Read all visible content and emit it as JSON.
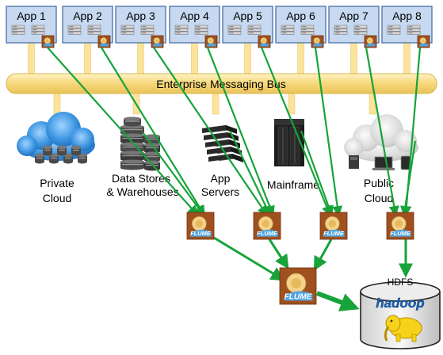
{
  "apps": [
    "App 1",
    "App 2",
    "App 3",
    "App 4",
    "App 5",
    "App 6",
    "App 7",
    "App 8"
  ],
  "bus": {
    "label": "Enterprise Messaging Bus"
  },
  "sources": {
    "private_cloud": [
      "Private",
      "Cloud"
    ],
    "data_stores": [
      "Data Stores",
      "& Warehouses"
    ],
    "app_servers": [
      "App",
      "Servers"
    ],
    "mainframe": [
      "Mainframe"
    ],
    "public_cloud": [
      "Public",
      "Cloud"
    ]
  },
  "agent_label": "FLUME",
  "sink": {
    "title": "HDFS",
    "logo": "hadoop"
  },
  "colors": {
    "app_box": "#c6d9f1",
    "app_border": "#4a6fa5",
    "bus": "#fbe39a",
    "flume_box": "#a0501e",
    "arrow": "#17a33a",
    "cloud_blue": "#2c87d6",
    "cloud_gray": "#c9c9c9"
  }
}
